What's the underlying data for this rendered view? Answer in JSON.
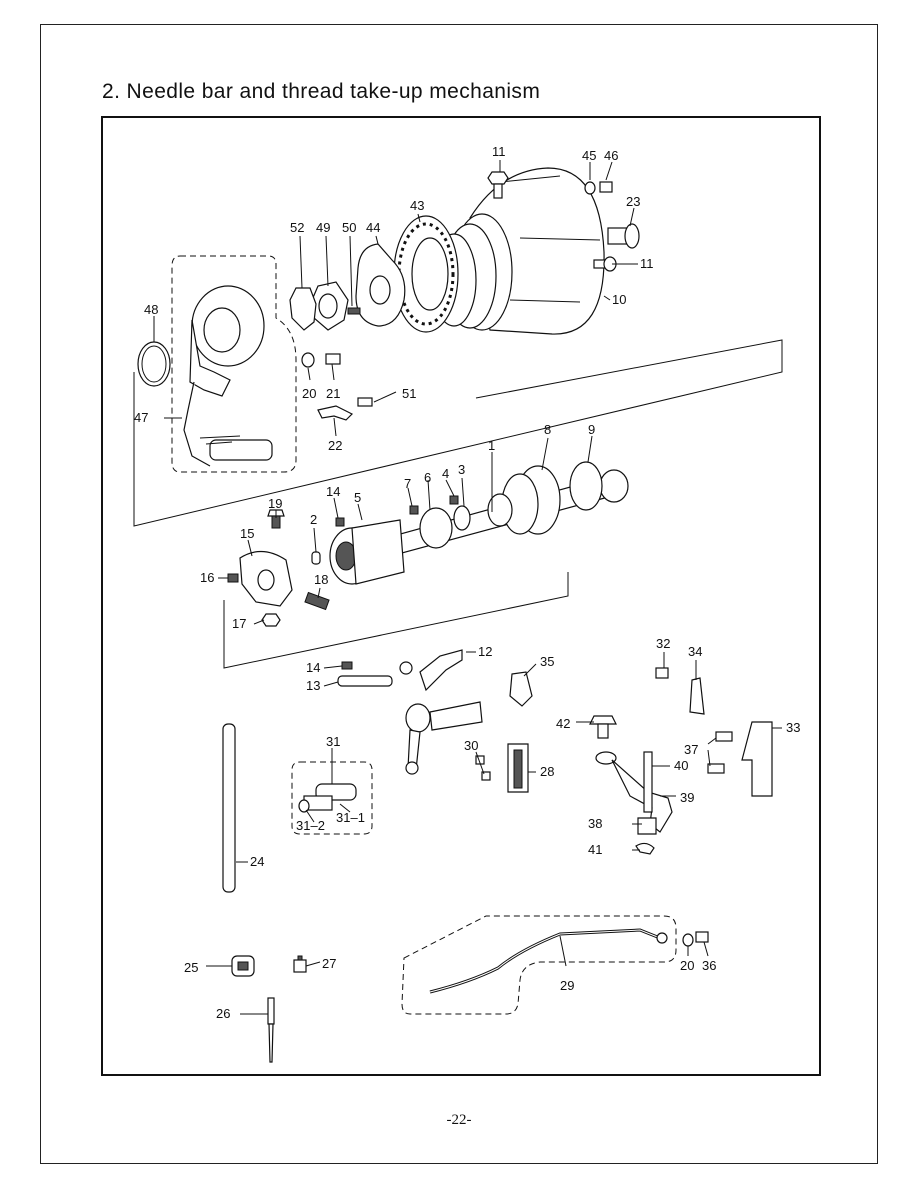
{
  "page": {
    "title": "2. Needle bar and thread take-up mechanism",
    "page_number": "-22-"
  },
  "callouts": {
    "c1": "1",
    "c2": "2",
    "c3": "3",
    "c4": "4",
    "c5": "5",
    "c6": "6",
    "c7": "7",
    "c8": "8",
    "c9": "9",
    "c10": "10",
    "c11a": "11",
    "c11b": "11",
    "c12": "12",
    "c13": "13",
    "c14a": "14",
    "c14b": "14",
    "c15": "15",
    "c16": "16",
    "c17": "17",
    "c18": "18",
    "c19": "19",
    "c20a": "20",
    "c20b": "20",
    "c21": "21",
    "c22": "22",
    "c23": "23",
    "c24": "24",
    "c25": "25",
    "c26": "26",
    "c27": "27",
    "c28": "28",
    "c29": "29",
    "c30": "30",
    "c31": "31",
    "c31_1": "31–1",
    "c31_2": "31–2",
    "c32": "32",
    "c33": "33",
    "c34": "34",
    "c35": "35",
    "c36": "36",
    "c37": "37",
    "c38": "38",
    "c39": "39",
    "c40": "40",
    "c41": "41",
    "c42": "42",
    "c43": "43",
    "c44": "44",
    "c45": "45",
    "c46": "46",
    "c47": "47",
    "c48": "48",
    "c49": "49",
    "c50": "50",
    "c51": "51",
    "c52": "52"
  }
}
